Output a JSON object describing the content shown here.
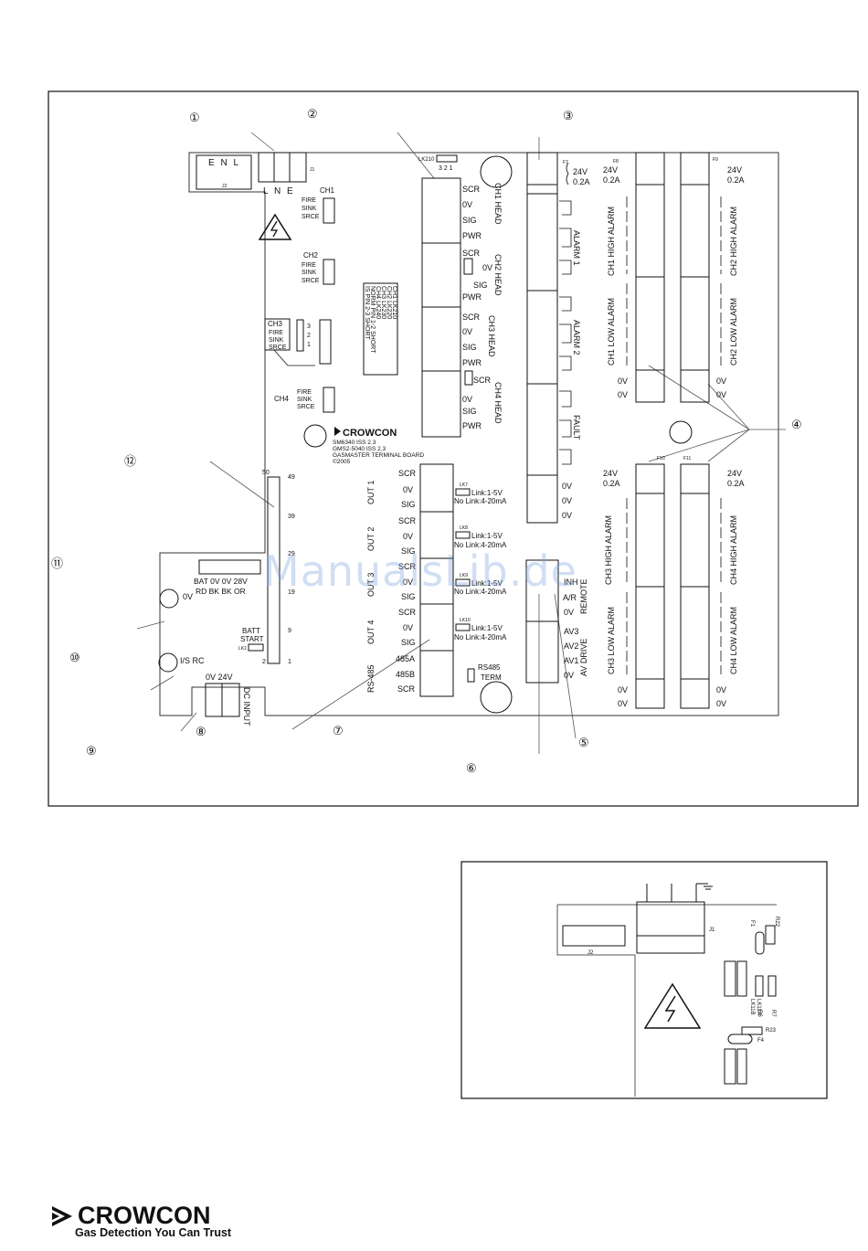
{
  "callouts": [
    "①",
    "②",
    "③",
    "④",
    "⑤",
    "⑥",
    "⑦",
    "⑧",
    "⑨",
    "⑩",
    "⑪",
    "⑫"
  ],
  "board": {
    "mains_top": "E N L",
    "mains_bottom": "L N E",
    "j1": "J1",
    "j2": "J2",
    "ch1": {
      "title": "CH1",
      "fire": "FIRE",
      "sink": "SINK",
      "srce": "SRCE"
    },
    "ch2": {
      "title": "CH2",
      "fire": "FIRE",
      "sink": "SINK",
      "srce": "SRCE"
    },
    "ch3": {
      "title": "CH3",
      "fire": "FIRE",
      "sink": "SINK",
      "srce": "SRCE",
      "pins": [
        "3",
        "2",
        "1"
      ]
    },
    "ch4": {
      "title": "CH4",
      "fire": "FIRE",
      "sink": "SINK",
      "srce": "SRCE"
    },
    "link_table": [
      "CH1 LK210",
      "CH2 LK220",
      "CH3 LK230",
      "CH4 LK240",
      "NORM PIN 1-2 SHORT",
      "IS PIN 2-3 SHORT"
    ],
    "lk210": "LK210",
    "pins321": "3 2 1",
    "heads": [
      {
        "label": "CH1 HEAD",
        "pins": [
          "SCR",
          "0V",
          "SIG",
          "PWR"
        ]
      },
      {
        "label": "CH2 HEAD",
        "pins": [
          "SCR",
          "0V",
          "SIG",
          "PWR"
        ]
      },
      {
        "label": "CH3 HEAD",
        "pins": [
          "SCR",
          "0V",
          "SIG",
          "PWR"
        ]
      },
      {
        "label": "CH4 HEAD",
        "pins": [
          "SCR",
          "0V",
          "SIG",
          "PWR"
        ]
      }
    ],
    "relays_mid": [
      "ALARM 1",
      "ALARM 2",
      "FAULT"
    ],
    "mid_0v": [
      "0V",
      "0V",
      "0V"
    ],
    "fuse_top": {
      "f7": "F7",
      "rating": "24V",
      "amp": "0.2A"
    },
    "top_right_fuses": [
      {
        "name": "F8",
        "rating": "24V",
        "amp": "0.2A"
      },
      {
        "name": "F9",
        "rating": "24V",
        "amp": "0.2A"
      }
    ],
    "bottom_right_fuses": [
      {
        "name": "F10",
        "rating": "24V",
        "amp": "0.2A"
      },
      {
        "name": "F11",
        "rating": "24V",
        "amp": "0.2A"
      }
    ],
    "top_alarms": [
      "CH1 HIGH ALARM",
      "CH2 HIGH ALARM",
      "CH1 LOW ALARM",
      "CH2 LOW ALARM"
    ],
    "bottom_alarms": [
      "CH3 HIGH ALARM",
      "CH4 HIGH ALARM",
      "CH3 LOW ALARM",
      "CH4 LOW ALARM"
    ],
    "ov": "0V",
    "brand": "CROWCON",
    "board_text": [
      "SM6340 ISS 2.3",
      "GMS2-5040 ISS 2.3",
      "GASMASTER TERMINAL BOARD",
      "©2005"
    ],
    "outputs": [
      {
        "label": "OUT 1",
        "pins": [
          "SCR",
          "0V",
          "SIG"
        ]
      },
      {
        "label": "OUT 2",
        "pins": [
          "SCR",
          "0V",
          "SIG"
        ]
      },
      {
        "label": "OUT 3",
        "pins": [
          "SCR",
          "0V",
          "SIG"
        ]
      },
      {
        "label": "OUT 4",
        "pins": [
          "SCR",
          "0V",
          "SIG"
        ]
      }
    ],
    "rs485": {
      "label": "RS-485",
      "pins": [
        "485A",
        "485B",
        "SCR"
      ],
      "term": "RS485",
      "term2": "TERM"
    },
    "link_notes": [
      {
        "lk": "LK7",
        "a": "Link:1-5V",
        "b": "No Link:4-20mA"
      },
      {
        "lk": "LK8",
        "a": "Link:1-5V",
        "b": "No Link:4-20mA"
      },
      {
        "lk": "LK9",
        "a": "Link:1-5V",
        "b": "No Link:4-20mA"
      },
      {
        "lk": "LK10",
        "a": "Link:1-5V",
        "b": "No Link:4-20mA"
      }
    ],
    "remote": {
      "label": "REMOTE",
      "pins": [
        "INH",
        "A/R",
        "0V"
      ]
    },
    "av_drive": {
      "label": "AV DRIVE",
      "pins": [
        "AV3",
        "AV2",
        "AV1",
        "0V"
      ]
    },
    "ribbon": {
      "n50": "50",
      "n49": "49",
      "n39": "39",
      "n29": "29",
      "n19": "19",
      "n9": "9",
      "n2": "2",
      "n1": "1"
    },
    "battery": {
      "line1": "BAT  0V  0V  28V",
      "line2": "RD  BK  BK  OR"
    },
    "batt_start": {
      "l1": "BATT",
      "l2": "START",
      "lk": "LK1"
    },
    "ov_left": "0V",
    "is_rc": "I/S RC",
    "dc_input": {
      "label": "DC INPUT",
      "pins": "0V  24V"
    }
  },
  "detail": {
    "j1": "J1",
    "j2": "J2",
    "r22": "R22",
    "f1": "F1",
    "lk11b": "LK11B",
    "lk11a": "LK11A",
    "r6": "R6",
    "r7": "R7",
    "r23": "R23",
    "f4": "F4"
  },
  "watermark": "ManualsLib.de",
  "footer": {
    "brand": "CROWCON",
    "tagline": "Gas Detection You Can Trust"
  }
}
